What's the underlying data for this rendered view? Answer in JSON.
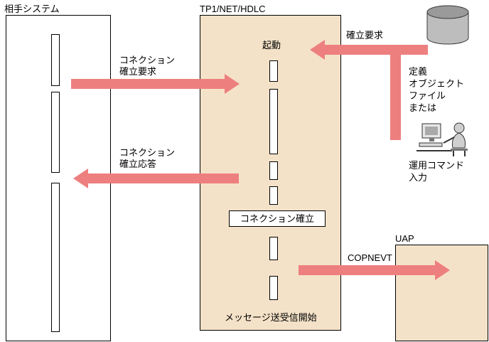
{
  "colors": {
    "arrow": "#ee7f7f",
    "panel": "#f4e2c8"
  },
  "partner_box": {
    "title": "相手システム"
  },
  "tp1_box": {
    "title": "TP1/NET/HDLC",
    "startup": "起動",
    "established": "コネクション確立",
    "message_start": "メッセージ送受信開始"
  },
  "arrows": {
    "request": {
      "lines": [
        "コネクション",
        "確立要求"
      ]
    },
    "response": {
      "lines": [
        "コネクション",
        "確立応答"
      ]
    },
    "establish": {
      "label": "確立要求"
    },
    "copnevt": {
      "label": "COPNEVT"
    }
  },
  "source": {
    "definition_lines": [
      "定義",
      "オブジェクト",
      "ファイル",
      "または"
    ],
    "command_lines": [
      "運用コマンド",
      "入力"
    ]
  },
  "uap_box": {
    "title": "UAP"
  },
  "icons": {
    "store": "database-cylinder-icon",
    "operator": "operator-terminal-icon"
  }
}
